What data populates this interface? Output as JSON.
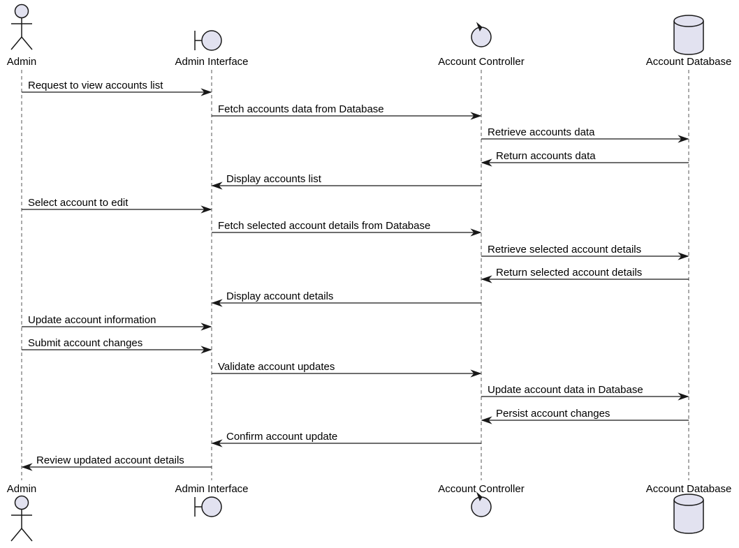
{
  "colors": {
    "participant_fill": "#E2E2F0",
    "stroke": "#181818",
    "lifeline": "#555555",
    "background": "#FFFFFF"
  },
  "participants": [
    {
      "id": "admin",
      "label": "Admin",
      "kind": "actor",
      "icon": "actor-icon"
    },
    {
      "id": "ui",
      "label": "Admin Interface",
      "kind": "boundary",
      "icon": "boundary-icon"
    },
    {
      "id": "ctrl",
      "label": "Account Controller",
      "kind": "control",
      "icon": "control-icon"
    },
    {
      "id": "db",
      "label": "Account Database",
      "kind": "database",
      "icon": "database-icon"
    }
  ],
  "messages": [
    {
      "from": "admin",
      "to": "ui",
      "text": "Request to view accounts list"
    },
    {
      "from": "ui",
      "to": "ctrl",
      "text": "Fetch accounts data from Database"
    },
    {
      "from": "ctrl",
      "to": "db",
      "text": "Retrieve accounts data"
    },
    {
      "from": "db",
      "to": "ctrl",
      "text": "Return accounts data"
    },
    {
      "from": "ctrl",
      "to": "ui",
      "text": "Display accounts list"
    },
    {
      "from": "admin",
      "to": "ui",
      "text": "Select account to edit"
    },
    {
      "from": "ui",
      "to": "ctrl",
      "text": "Fetch selected account details from Database"
    },
    {
      "from": "ctrl",
      "to": "db",
      "text": "Retrieve selected account details"
    },
    {
      "from": "db",
      "to": "ctrl",
      "text": "Return selected account details"
    },
    {
      "from": "ctrl",
      "to": "ui",
      "text": "Display account details"
    },
    {
      "from": "admin",
      "to": "ui",
      "text": "Update account information"
    },
    {
      "from": "admin",
      "to": "ui",
      "text": "Submit account changes"
    },
    {
      "from": "ui",
      "to": "ctrl",
      "text": "Validate account updates"
    },
    {
      "from": "ctrl",
      "to": "db",
      "text": "Update account data in Database"
    },
    {
      "from": "db",
      "to": "ctrl",
      "text": "Persist account changes"
    },
    {
      "from": "ctrl",
      "to": "ui",
      "text": "Confirm account update"
    },
    {
      "from": "ui",
      "to": "admin",
      "text": "Review updated account details"
    }
  ]
}
